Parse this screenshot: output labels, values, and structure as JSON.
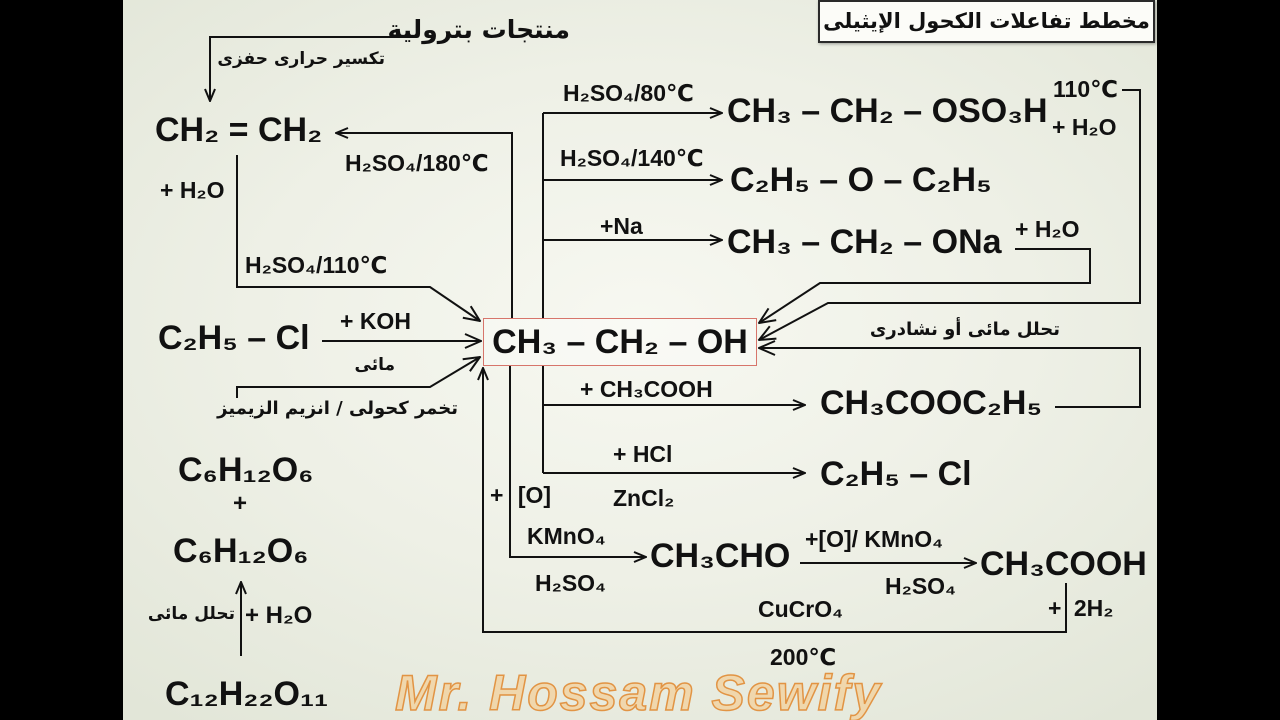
{
  "title": "مخطط تفاعلات الكحول الإيثيلى",
  "center": "CH₃ – CH₂ – OH",
  "left": {
    "petroleum": "منتجات بترولية",
    "cracking": "تكسير حرارى حفزى",
    "ethene": "CH₂ = CH₂",
    "dehydration_condition": "H₂SO₄/180℃",
    "hydration_reagent": "+ H₂O",
    "hydration_condition": "H₂SO₄/110℃",
    "ethyl_chloride": "C₂H₅ – Cl",
    "koh_reagent": "+ KOH",
    "koh_condition": "مائى",
    "fermentation": "تخمر كحولى / انزيم الزيميز",
    "hexose_1": "C₆H₁₂O₆",
    "plus": "+",
    "hexose_2": "C₆H₁₂O₆",
    "hydrolysis": "تحلل مائى",
    "hydrolysis_reagent": "+ H₂O",
    "disaccharide": "C₁₂H₂₂O₁₁"
  },
  "right": {
    "sulfation": {
      "condition": "H₂SO₄/80℃",
      "product": "CH₃ – CH₂ – OSO₃H",
      "reverse_temperature": "110℃",
      "reverse_reagent": "+ H₂O"
    },
    "ether": {
      "condition": "H₂SO₄/140℃",
      "product": "C₂H₅ – O – C₂H₅"
    },
    "sodium": {
      "reagent": "+Na",
      "product": "CH₃ – CH₂ – ONa",
      "reverse_reagent": "+ H₂O"
    },
    "ester": {
      "reagent": "+ CH₃COOH",
      "product": "CH₃COOC₂H₅",
      "reverse_condition": "تحلل مائى أو نشادرى"
    },
    "chloride": {
      "reagent": "+ HCl",
      "catalyst": "ZnCl₂",
      "product": "C₂H₅ – Cl"
    },
    "oxidation": {
      "reagent": "+ [O]",
      "oxidant": "KMnO₄",
      "acid": "H₂SO₄",
      "product": "CH₃CHO",
      "second_reagent": "+[O]/ KMnO₄",
      "second_acid": "H₂SO₄",
      "second_product": "CH₃COOH",
      "reduction_reagent": "+ 2H₂",
      "reduction_catalyst": "CuCrO₄",
      "reduction_temperature": "200℃"
    }
  },
  "watermark": "Mr. Hossam Sewify"
}
